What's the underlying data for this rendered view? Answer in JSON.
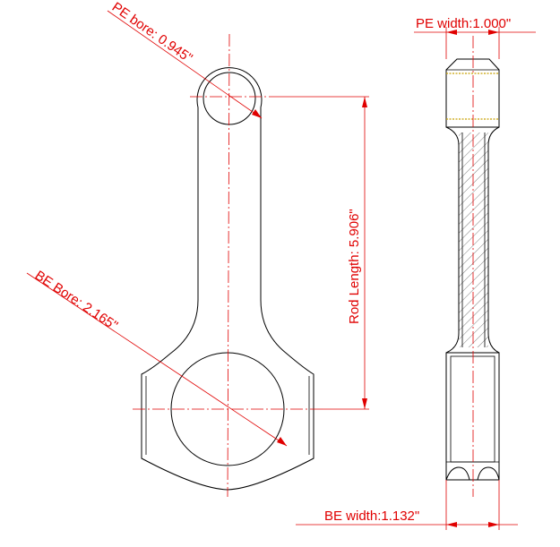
{
  "drawing": {
    "line_color": "#000000",
    "dimension_color": "#e00000",
    "bearing_color": "#c8a000"
  },
  "dimensions": {
    "pe_bore": "PE bore: 0.945\"",
    "be_bore": "BE Bore: 2.165\"",
    "rod_length": "Rod Length: 5.906\"",
    "pe_width": "PE width:1.000\"",
    "be_width": "BE width:1.132\""
  }
}
